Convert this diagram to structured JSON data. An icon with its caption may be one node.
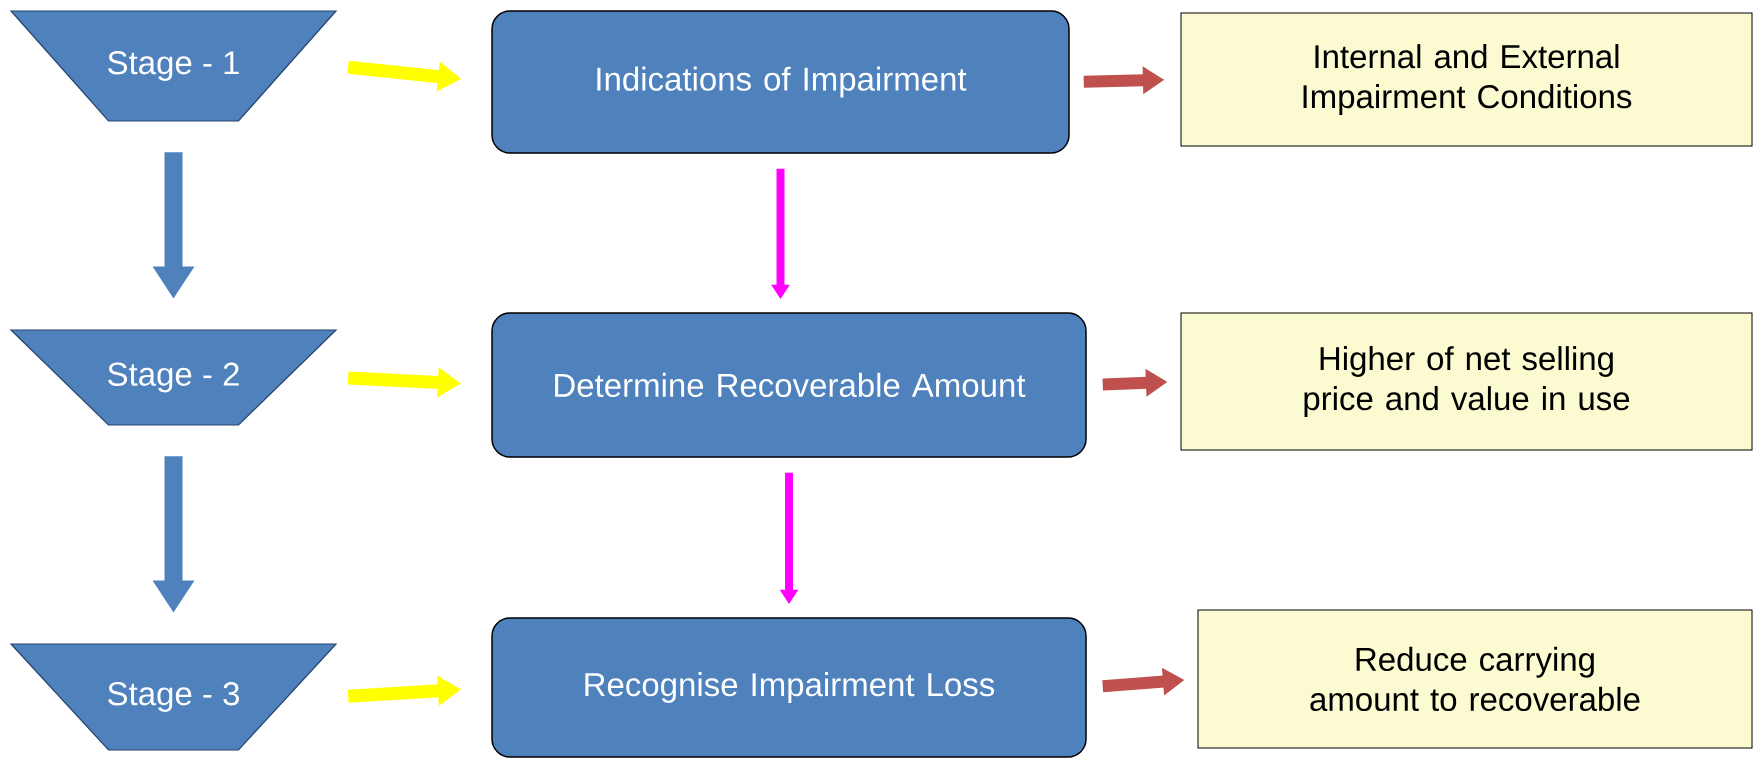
{
  "diagram": {
    "nodes": [
      {
        "text": [
          "Stage - 1"
        ]
      },
      {
        "text": [
          "Indications of Impairment"
        ]
      },
      {
        "text": [
          "Internal and External Impairment Conditions"
        ]
      },
      {
        "text": [
          "Stage - 2"
        ]
      },
      {
        "text": [
          "Determine Recoverable Amount"
        ]
      },
      {
        "text": [
          "Higher of net selling price and value in use"
        ]
      },
      {
        "text": [
          "Stage - 3"
        ]
      },
      {
        "text": [
          "Recognise Impairment Loss"
        ]
      },
      {
        "text": [
          "Reduce carrying amount to recoverable"
        ]
      }
    ],
    "edges": [
      {
        "from": 0,
        "to": 1,
        "arrow": "to",
        "color": "#ffff00"
      },
      {
        "from": 1,
        "to": 2,
        "arrow": "to",
        "color": "#c0504d"
      },
      {
        "from": 0,
        "to": 3,
        "arrow": "to",
        "color": "#4f81bd"
      },
      {
        "from": 1,
        "to": 4,
        "arrow": "to",
        "color": "#ff00ff"
      },
      {
        "from": 3,
        "to": 4,
        "arrow": "to",
        "color": "#ffff00"
      },
      {
        "from": 4,
        "to": 5,
        "arrow": "to",
        "color": "#c0504d"
      },
      {
        "from": 3,
        "to": 6,
        "arrow": "to",
        "color": "#4f81bd"
      },
      {
        "from": 4,
        "to": 7,
        "arrow": "to",
        "color": "#ff00ff"
      },
      {
        "from": 6,
        "to": 7,
        "arrow": "to",
        "color": "#ffff00"
      },
      {
        "from": 7,
        "to": 8,
        "arrow": "to",
        "color": "#c0504d"
      }
    ]
  }
}
